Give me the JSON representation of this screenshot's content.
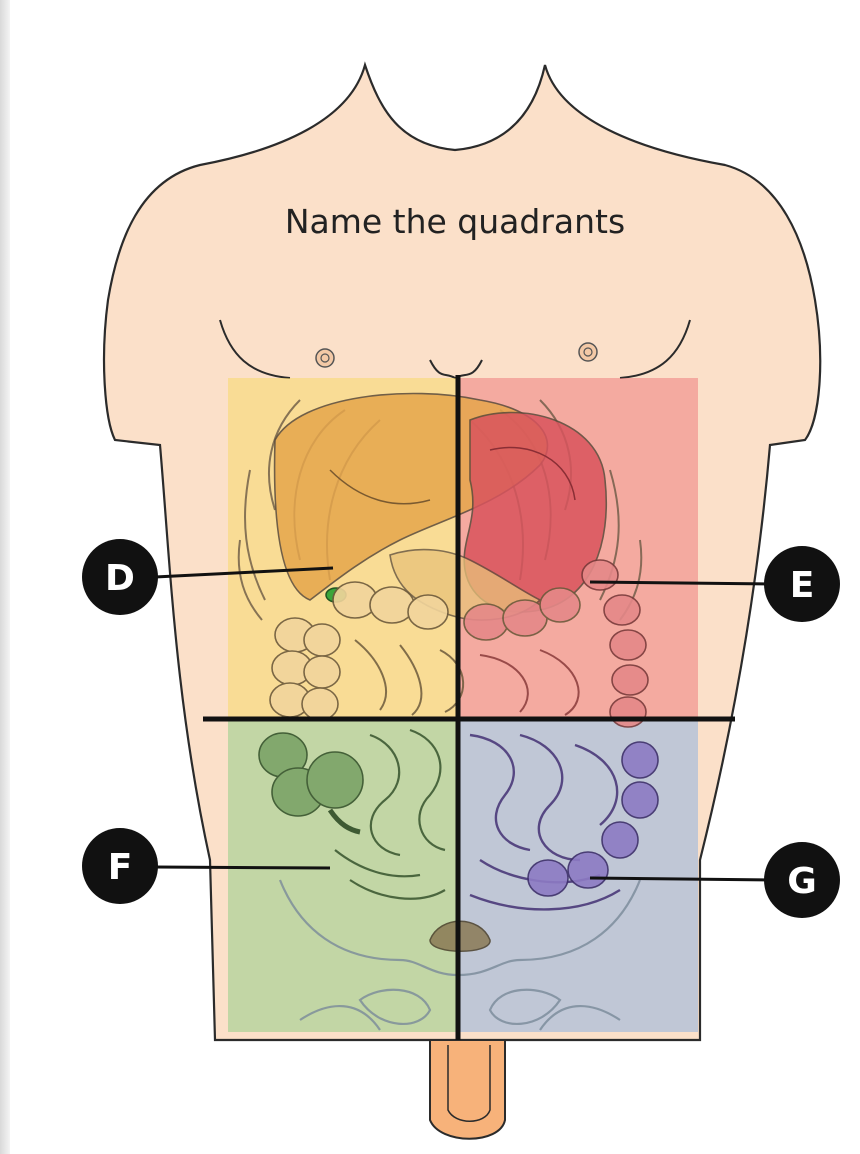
{
  "title": "Name the quadrants",
  "markers": [
    {
      "id": "D",
      "label": "D"
    },
    {
      "id": "E",
      "label": "E"
    },
    {
      "id": "F",
      "label": "F"
    },
    {
      "id": "G",
      "label": "G"
    }
  ],
  "colors": {
    "skin": "#fbe0c9",
    "skin_outline": "#2b2b2b",
    "upper_left_quadrant": "#f7d86a",
    "upper_right_quadrant": "#ee7d7d",
    "lower_left_quadrant": "#9ccf8e",
    "lower_right_quadrant": "#9ab6e0",
    "divider_line": "#111111",
    "marker_fill": "#111111",
    "marker_text": "#ffffff"
  }
}
